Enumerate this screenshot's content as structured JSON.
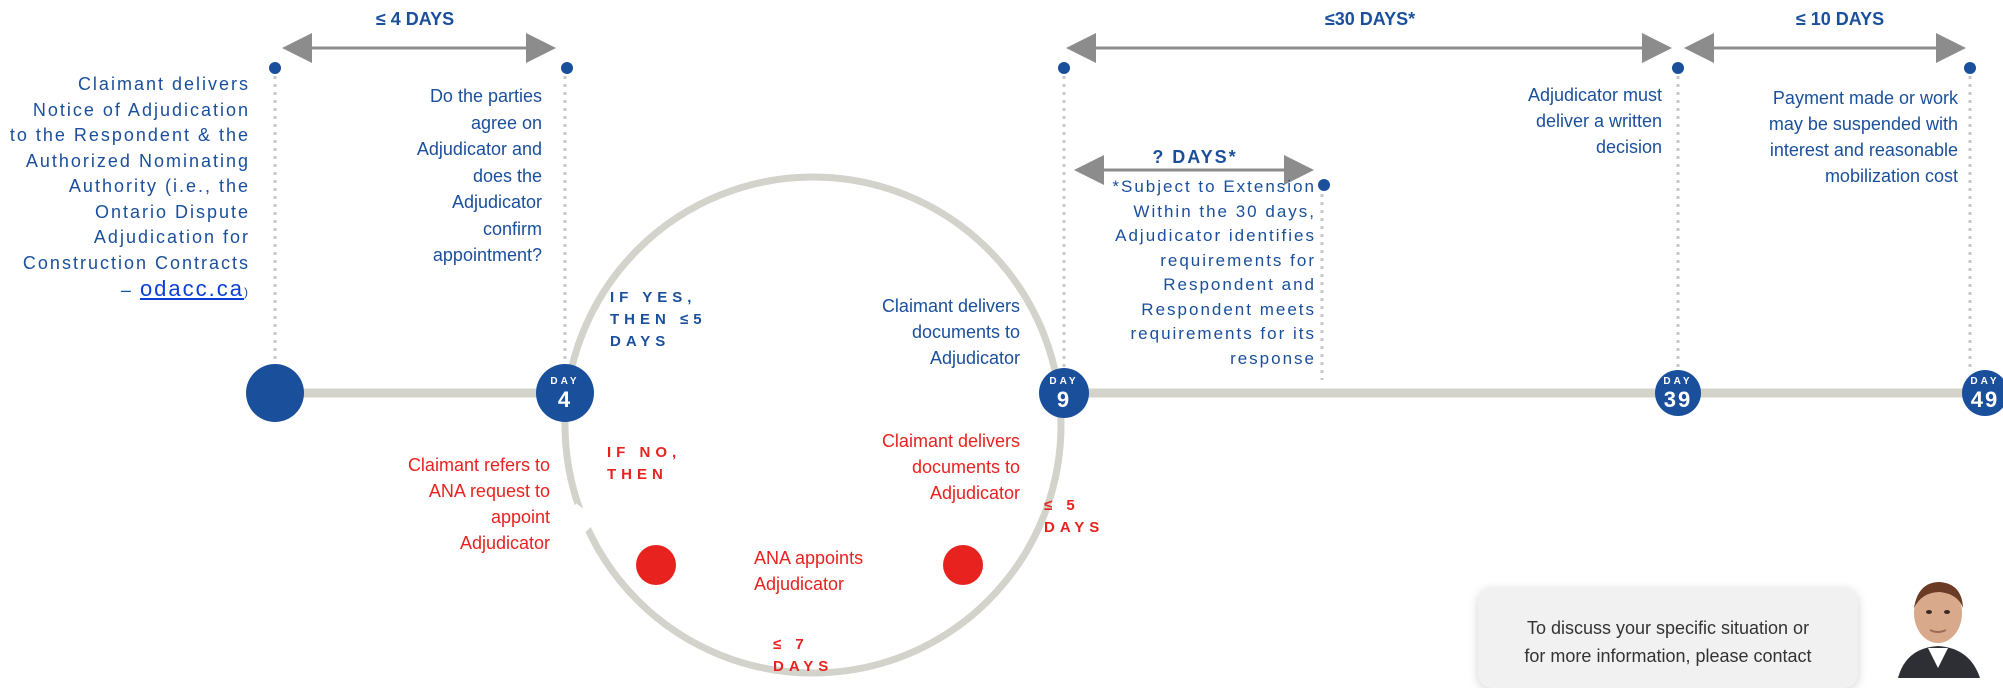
{
  "durations": {
    "top_4": "≤ 4 DAYS",
    "top_30": "≤30 DAYS*",
    "top_10": "≤ 10 DAYS",
    "q_days": "? DAYS*",
    "if_yes_5": "IF YES, THEN ≤5 DAYS",
    "if_no": "IF NO, THEN",
    "le5": "≤ 5 DAYS",
    "le7": "≤ 7 DAYS"
  },
  "texts": {
    "claimant_notice": "Claimant delivers Notice of Adjudication to the Respondent & the Authorized Nominating Authority (i.e., the Ontario Dispute Adjudication for Construction Contracts –",
    "odacc_link": "odacc.ca",
    "odacc_close": ")",
    "parties_agree": "Do the parties agree on Adjudicator and does the Adjudicator confirm appointment?",
    "claimant_docs_yes": "Claimant delivers documents to Adjudicator",
    "claimant_refers": "Claimant refers to ANA request to appoint Adjudicator",
    "claimant_docs_no": "Claimant delivers documents to Adjudicator",
    "ana_appoints": "ANA appoints Adjudicator",
    "subject_extension": "*Subject to Extension Within the 30 days, Adjudicator identifies requirements for Respondent and Respondent meets requirements for its response",
    "adjudicator_decision": "Adjudicator must deliver a written decision",
    "payment_made": "Payment made or work may be suspended with interest and reasonable mobilization cost"
  },
  "days": [
    {
      "label": "DAY",
      "value": "4"
    },
    {
      "label": "DAY",
      "value": "9"
    },
    {
      "label": "DAY",
      "value": "39"
    },
    {
      "label": "DAY",
      "value": "49"
    }
  ],
  "contact": {
    "line1": "To discuss your specific situation or",
    "line2": "for more information, please contact"
  },
  "colors": {
    "blue": "#1a4f9c",
    "red": "#e8221f",
    "track": "#d3d3cb",
    "arrow": "#8c8c8c"
  }
}
